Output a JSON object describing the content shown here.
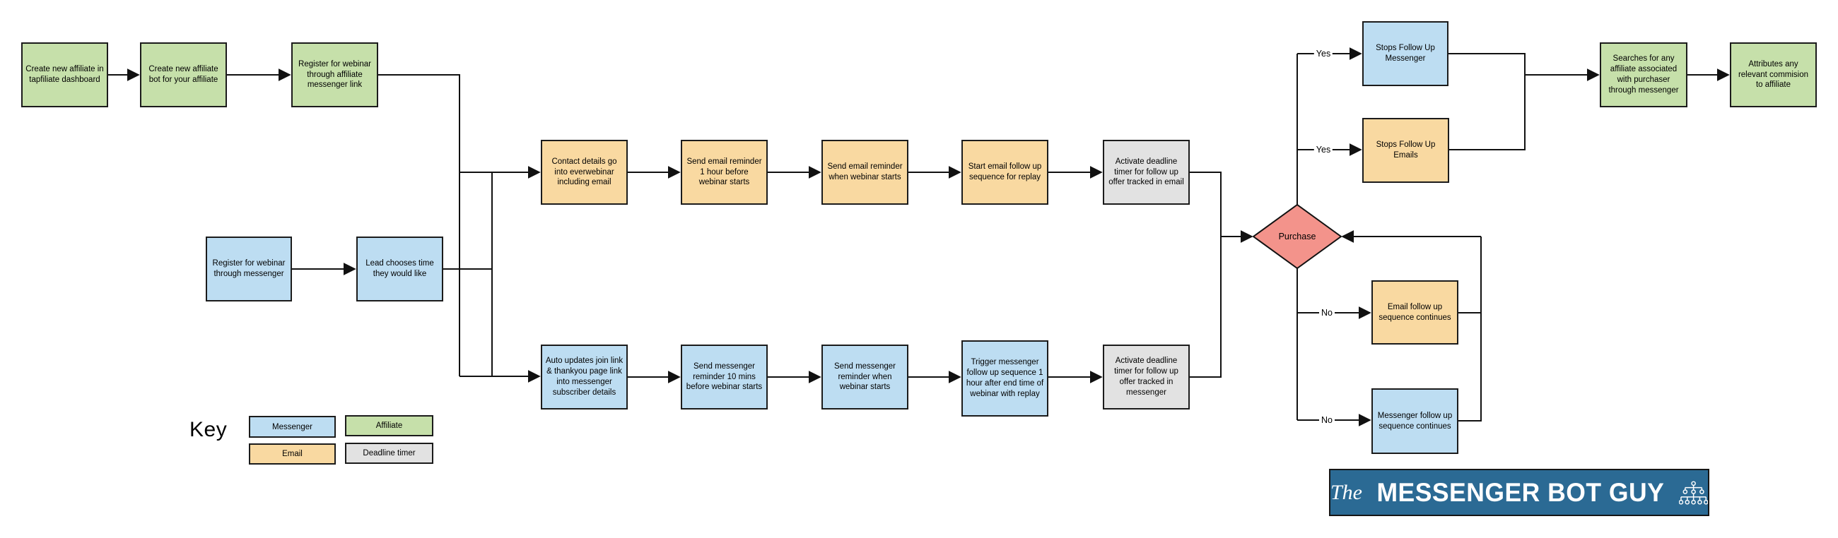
{
  "flowchart": {
    "nodes": {
      "create_affiliate": {
        "label": "Create new affiliate in tapfiliate dashboard",
        "type": "affiliate"
      },
      "create_bot": {
        "label": "Create new affiliate bot for your affiliate",
        "type": "affiliate"
      },
      "register_affiliate_link": {
        "label": "Register for webinar through affiliate messenger link",
        "type": "affiliate"
      },
      "register_messenger": {
        "label": "Register for webinar through messenger",
        "type": "messenger"
      },
      "lead_chooses_time": {
        "label": "Lead chooses time they would like",
        "type": "messenger"
      },
      "contact_details": {
        "label": "Contact details go into everwebinar including email",
        "type": "email"
      },
      "email_reminder_1hr": {
        "label": "Send email reminder 1 hour before webinar starts",
        "type": "email"
      },
      "email_reminder_start": {
        "label": "Send email reminder when webinar starts",
        "type": "email"
      },
      "email_followup_replay": {
        "label": "Start email follow up sequence for replay",
        "type": "email"
      },
      "deadline_email": {
        "label": "Activate deadline timer for follow up offer tracked in email",
        "type": "deadline"
      },
      "auto_updates": {
        "label": "Auto updates join link & thankyou page link into messenger subscriber details",
        "type": "messenger"
      },
      "messenger_reminder_10min": {
        "label": "Send messenger reminder 10 mins before webinar starts",
        "type": "messenger"
      },
      "messenger_reminder_start": {
        "label": "Send messenger reminder when webinar starts",
        "type": "messenger"
      },
      "trigger_messenger_followup": {
        "label": "Trigger messenger follow up sequence 1 hour after end time of webinar with replay",
        "type": "messenger"
      },
      "deadline_messenger": {
        "label": "Activate deadline timer for follow up offer tracked in messenger",
        "type": "deadline"
      },
      "purchase": {
        "label": "Purchase",
        "type": "decision"
      },
      "stops_messenger": {
        "label": "Stops Follow Up Messenger",
        "type": "messenger"
      },
      "stops_emails": {
        "label": "Stops Follow Up Emails",
        "type": "email"
      },
      "email_continues": {
        "label": "Email follow up sequence continues",
        "type": "email"
      },
      "messenger_continues": {
        "label": "Messenger follow up sequence continues",
        "type": "messenger"
      },
      "searches_affiliate": {
        "label": "Searches for any affiliate associated with purchaser through messenger",
        "type": "affiliate"
      },
      "attributes_commission": {
        "label": "Attributes any relevant commision to affiliate",
        "type": "affiliate"
      }
    },
    "edge_labels": {
      "yes_messenger": "Yes",
      "yes_emails": "Yes",
      "no_email": "No",
      "no_messenger": "No"
    }
  },
  "legend": {
    "title": "Key",
    "items": [
      {
        "label": "Messenger",
        "color": "#bdddf2"
      },
      {
        "label": "Affiliate",
        "color": "#c6e0aa"
      },
      {
        "label": "Email",
        "color": "#f9d9a1"
      },
      {
        "label": "Deadline timer",
        "color": "#e2e2e2"
      }
    ]
  },
  "logo": {
    "prefix": "The",
    "name": "MESSENGER BOT GUY"
  },
  "colors": {
    "messenger": "#bdddf2",
    "affiliate": "#c6e0aa",
    "email": "#f9d9a1",
    "deadline_timer": "#e2e2e2",
    "decision": "#f3938b",
    "logo_background": "#2b6a94",
    "connector": "#111111"
  }
}
